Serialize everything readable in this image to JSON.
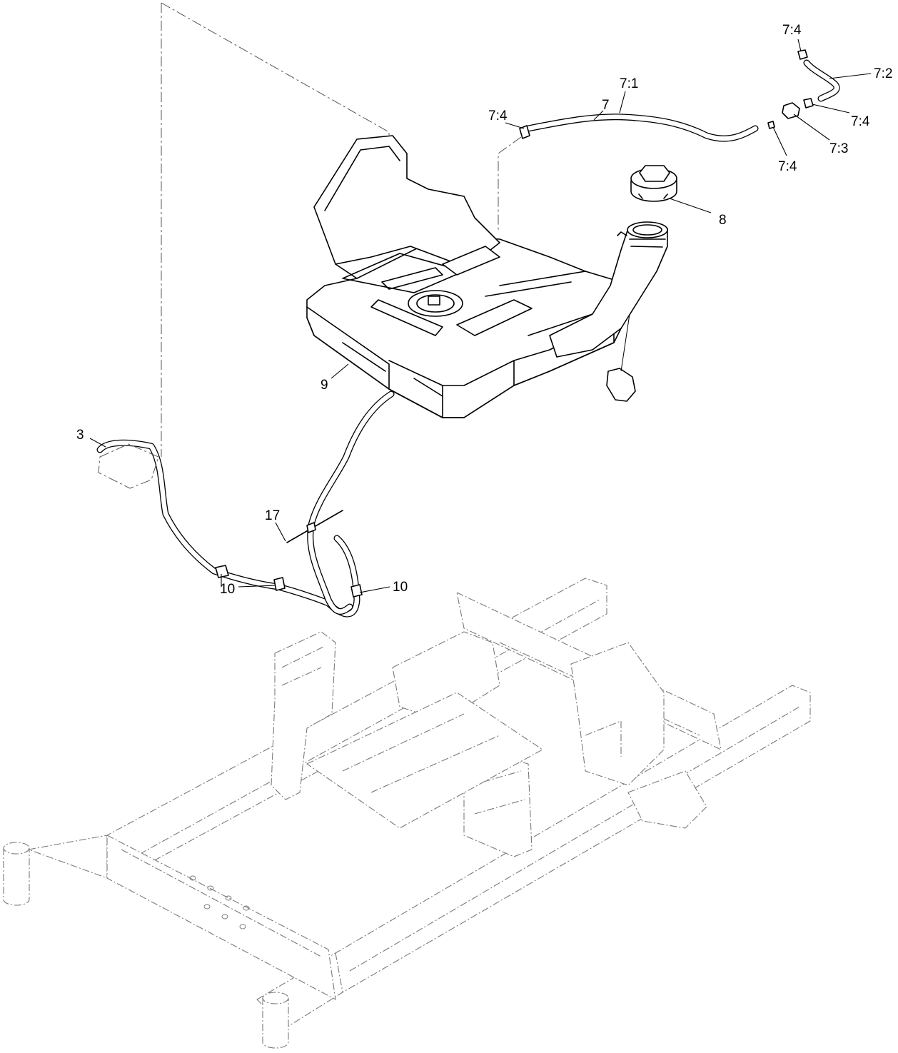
{
  "callouts": {
    "c_7_4_top": "7:4",
    "c_7_2": "7:2",
    "c_7_1": "7:1",
    "c_7": "7",
    "c_7_4_left": "7:4",
    "c_7_4_right": "7:4",
    "c_7_3": "7:3",
    "c_7_4_bottom": "7:4",
    "c_8": "8",
    "c_9": "9",
    "c_3": "3",
    "c_17": "17",
    "c_10_left": "10",
    "c_10_right": "10"
  }
}
